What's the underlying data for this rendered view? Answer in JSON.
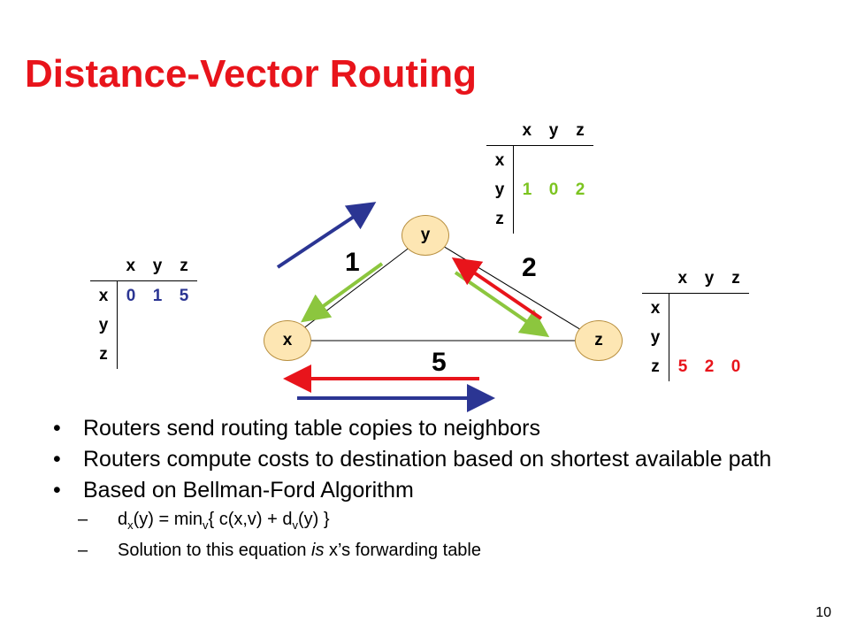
{
  "title": "Distance-Vector Routing",
  "colors": {
    "title": "#e8141b",
    "router_y_entries": "#7cc420",
    "router_z_entries": "#e8141b",
    "arrow_red": "#e8141b",
    "arrow_green": "#8cc63e",
    "arrow_blue": "#2b3593",
    "node_fill": "#fde6b3"
  },
  "tables": {
    "x": {
      "cols": [
        "x",
        "y",
        "z"
      ],
      "rows": [
        {
          "label": "x",
          "values": [
            "0",
            "1",
            "5"
          ]
        },
        {
          "label": "y",
          "values": [
            "",
            "",
            ""
          ]
        },
        {
          "label": "z",
          "values": [
            "",
            "",
            ""
          ]
        }
      ]
    },
    "y": {
      "cols": [
        "x",
        "y",
        "z"
      ],
      "rows": [
        {
          "label": "x",
          "values": [
            "",
            "",
            ""
          ]
        },
        {
          "label": "y",
          "values": [
            "1",
            "0",
            "2"
          ]
        },
        {
          "label": "z",
          "values": [
            "",
            "",
            ""
          ]
        }
      ]
    },
    "z": {
      "cols": [
        "x",
        "y",
        "z"
      ],
      "rows": [
        {
          "label": "x",
          "values": [
            "",
            "",
            ""
          ]
        },
        {
          "label": "y",
          "values": [
            "",
            "",
            ""
          ]
        },
        {
          "label": "z",
          "values": [
            "5",
            "2",
            "0"
          ]
        }
      ]
    }
  },
  "nodes": {
    "x": "x",
    "y": "y",
    "z": "z"
  },
  "edges": {
    "xy": "1",
    "yz": "2",
    "xz": "5"
  },
  "bullets": [
    "Routers send routing table copies to neighbors",
    "Routers compute costs to destination based on shortest available path",
    "Based on Bellman-Ford Algorithm"
  ],
  "formula": {
    "d": "d",
    "sub_x": "x",
    "arg_y": "(y) = min",
    "sub_v": "v",
    "mid": "{ c(x,v) + d",
    "sub_v2": "v",
    "tail": "(y) }"
  },
  "solution": {
    "before": "Solution to this equation ",
    "em": "is",
    "after": " x’s forwarding table"
  },
  "dash": "–",
  "page_number": "10"
}
